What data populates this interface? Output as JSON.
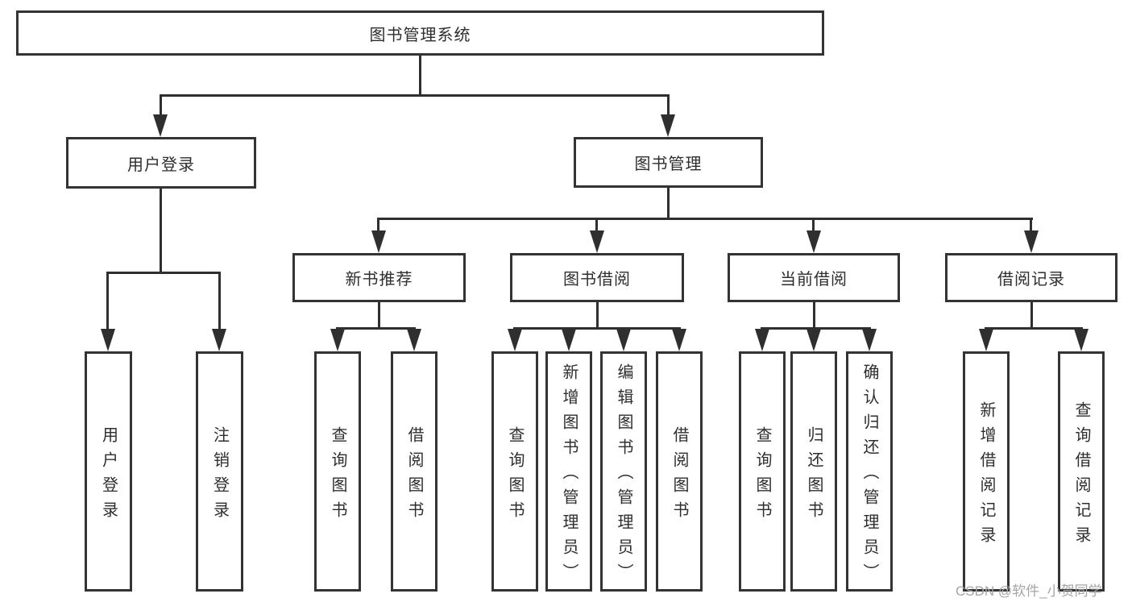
{
  "tree": {
    "root": {
      "label": "图书管理系统"
    },
    "branches": [
      {
        "label": "用户登录",
        "children": [
          {
            "label": "用户登录"
          },
          {
            "label": "注销登录"
          }
        ]
      },
      {
        "label": "图书管理",
        "children": [
          {
            "label": "新书推荐",
            "children": [
              {
                "label": "查询图书"
              },
              {
                "label": "借阅图书"
              }
            ]
          },
          {
            "label": "图书借阅",
            "children": [
              {
                "label": "查询图书"
              },
              {
                "label": "新增图书（管理员）"
              },
              {
                "label": "编辑图书（管理员）"
              },
              {
                "label": "借阅图书"
              }
            ]
          },
          {
            "label": "当前借阅",
            "children": [
              {
                "label": "查询图书"
              },
              {
                "label": "归还图书"
              },
              {
                "label": "确认归还（管理员）"
              }
            ]
          },
          {
            "label": "借阅记录",
            "children": [
              {
                "label": "新增借阅记录"
              },
              {
                "label": "查询借阅记录"
              }
            ]
          }
        ]
      }
    ]
  },
  "watermark": {
    "text": "CSDN @软件_小贺同学"
  },
  "colors": {
    "line": "#2f2f2f",
    "box_border": "#333333",
    "text": "#2e2e2e",
    "watermark": "#a5a5a5",
    "background": "#ffffff"
  }
}
